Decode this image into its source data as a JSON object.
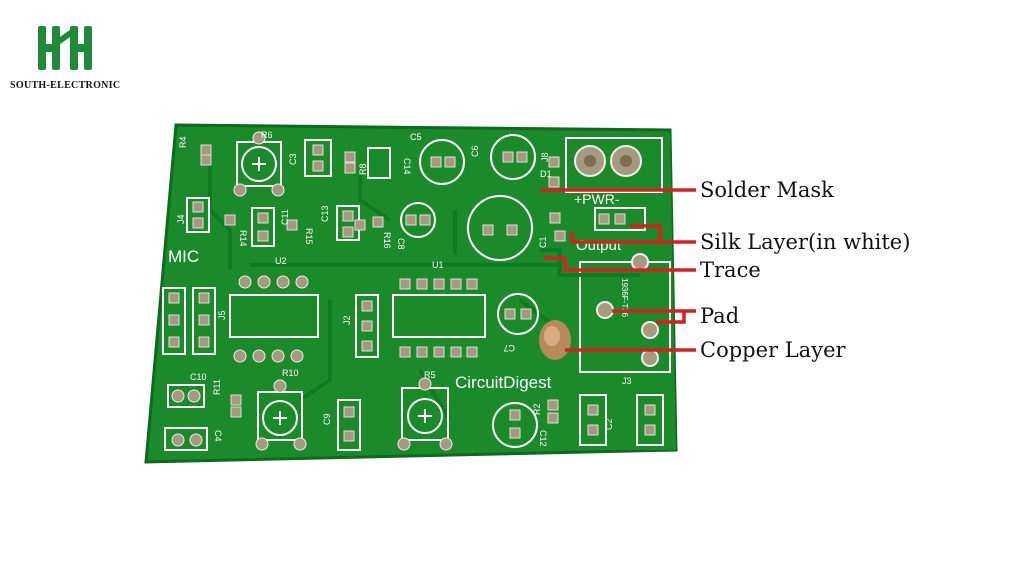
{
  "brand": {
    "name": "SOUTH-ELECTRONIC",
    "logo_color": "#1f8a3a"
  },
  "board": {
    "color": "#1a8a2a",
    "silk_color": "#ffffff",
    "pad_color": "#a79a7c",
    "copper_color": "#c98a62",
    "logo_text": "CircuitDigest",
    "labels": {
      "mic": "MIC",
      "pwr": "+PWR-",
      "output": "Output",
      "r6": "R6",
      "r4": "R4",
      "c3": "C3",
      "r8": "R8",
      "c14": "C14",
      "c5": "C5",
      "c6": "C6",
      "j8": "J8",
      "d1": "D1",
      "j4": "J4",
      "r14": "R14",
      "c11": "C11",
      "r15": "R15",
      "c13": "C13",
      "r16": "R16",
      "c8": "C8",
      "c1": "C1",
      "u2": "U2",
      "u1": "U1",
      "j2": "J2",
      "c7": "C7",
      "c10": "C10",
      "r10": "R10",
      "r5": "R5",
      "r11": "R11",
      "c9": "C9",
      "c4": "C4",
      "r2": "R2",
      "c12": "C12",
      "c2": "C2",
      "j3": "J3",
      "j5": "J5",
      "part": "1936F-T36"
    }
  },
  "callouts": {
    "color": "#d42020",
    "solder_mask": "Solder Mask",
    "silk_layer": "Silk Layer(in white)",
    "trace": "Trace",
    "pad": "Pad",
    "copper_layer": "Copper Layer"
  }
}
